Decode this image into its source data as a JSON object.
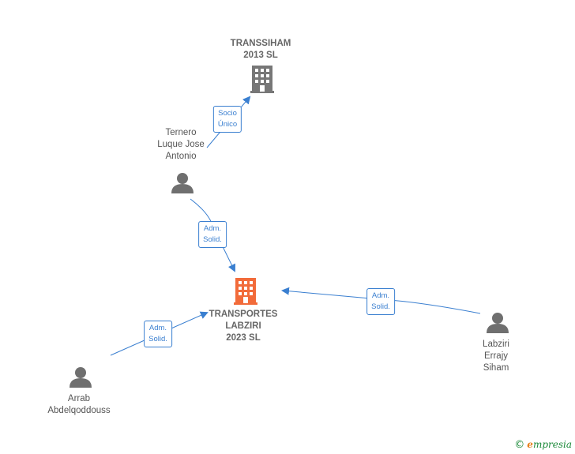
{
  "nodes": {
    "transsiham": {
      "label": "TRANSSIHAM\n2013  SL",
      "type": "company"
    },
    "ternero": {
      "label": "Ternero\nLuque Jose\nAntonio",
      "type": "person"
    },
    "transportes": {
      "label": "TRANSPORTES\nLABZIRI\n2023  SL",
      "type": "company-main"
    },
    "arrab": {
      "label": "Arrab\nAbdelqoddouss",
      "type": "person"
    },
    "labziri": {
      "label": "Labziri\nErrajy\nSiham",
      "type": "person"
    }
  },
  "edges": {
    "socio_unico": {
      "label": "Socio\nÚnico"
    },
    "adm_ternero": {
      "label": "Adm.\nSolid."
    },
    "adm_arrab": {
      "label": "Adm.\nSolid."
    },
    "adm_labziri": {
      "label": "Adm.\nSolid."
    }
  },
  "colors": {
    "edge": "#3a7fd0",
    "company_icon": "#777777",
    "main_company_icon": "#f26b3a",
    "person_icon": "#6f6f6f"
  },
  "brand": {
    "copyright": "©",
    "name": "mpresia",
    "initial": "e"
  }
}
